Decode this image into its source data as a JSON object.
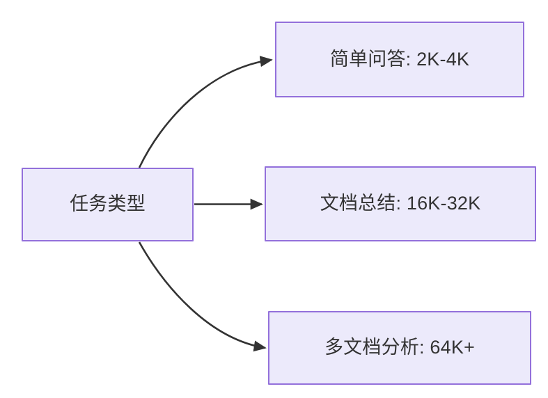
{
  "diagram": {
    "type": "flowchart",
    "direction": "left-to-right",
    "title": "任务类型",
    "colors": {
      "node_fill": "#ECEAFB",
      "node_border": "#9370DB",
      "node_text": "#333333",
      "edge_stroke": "#333333",
      "background": "#FFFFFF"
    },
    "nodes": [
      {
        "id": "root",
        "label": "任务类型",
        "role": "source"
      },
      {
        "id": "simple-qa",
        "label": "简单问答: 2K-4K",
        "role": "target"
      },
      {
        "id": "doc-summary",
        "label": "文档总结: 16K-32K",
        "role": "target"
      },
      {
        "id": "multi-doc",
        "label": "多文档分析: 64K+",
        "role": "target"
      }
    ],
    "edges": [
      {
        "id": "edge-root-simple-qa",
        "from": "root",
        "to": "simple-qa",
        "label": "",
        "style": "curved",
        "arrowhead": "filled-triangle"
      },
      {
        "id": "edge-root-doc-summary",
        "from": "root",
        "to": "doc-summary",
        "label": "",
        "style": "straight",
        "arrowhead": "filled-triangle"
      },
      {
        "id": "edge-root-multi-doc",
        "from": "root",
        "to": "multi-doc",
        "label": "",
        "style": "curved",
        "arrowhead": "filled-triangle"
      }
    ]
  }
}
